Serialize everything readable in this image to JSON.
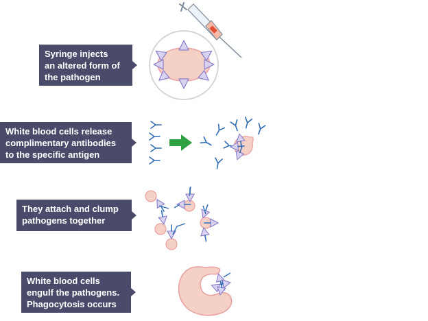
{
  "steps": [
    {
      "lines": [
        "Syringe injects",
        "an altered form of",
        "the pathogen"
      ]
    },
    {
      "lines": [
        "White blood cells release",
        "complimentary antibodies",
        "to the specific antigen"
      ]
    },
    {
      "lines": [
        "They attach and clump",
        "pathogens together"
      ]
    },
    {
      "lines": [
        "White blood cells",
        "engulf the pathogens.",
        "Phagocytosis occurs"
      ]
    }
  ],
  "colors": {
    "label_bg": "#4a4a6a",
    "pathogen_fill": "#f5d0c4",
    "pathogen_stroke": "#e8a0a0",
    "antigen_fill": "#d9d2f0",
    "antigen_stroke": "#8a7cc8",
    "antibody": "#2f6db5",
    "arrow": "#2ea043",
    "syringe_accent": "#e05030"
  }
}
